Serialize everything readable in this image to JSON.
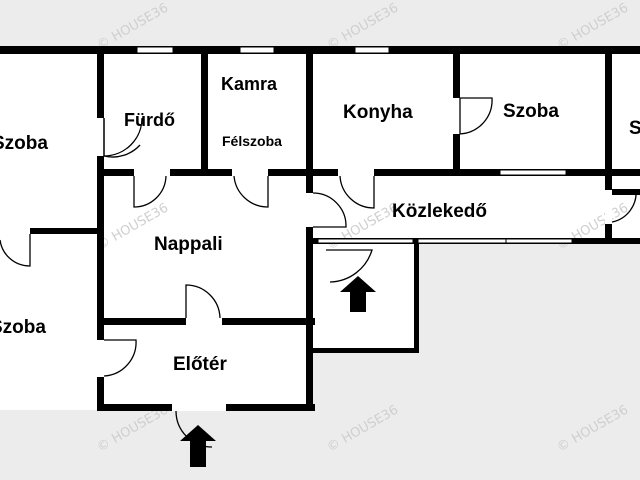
{
  "rooms": {
    "szoba_left_top": "Szoba",
    "furdo": "Fürdő",
    "kamra": "Kamra",
    "felszoba": "Félszoba",
    "konyha": "Konyha",
    "szoba_mid": "Szoba",
    "szoba_right": "S",
    "kozlekedo": "Közlekedő",
    "nappali": "Nappali",
    "szoba_left_bottom": "Szoba",
    "eloter": "Előtér"
  },
  "watermark": "© HOUSE36",
  "colors": {
    "wall": "#000000",
    "floor": "#ffffff",
    "outside": "#ececec",
    "watermark": "#cfcfcf"
  },
  "icons": {
    "entrance": "arrow-up-icon"
  }
}
